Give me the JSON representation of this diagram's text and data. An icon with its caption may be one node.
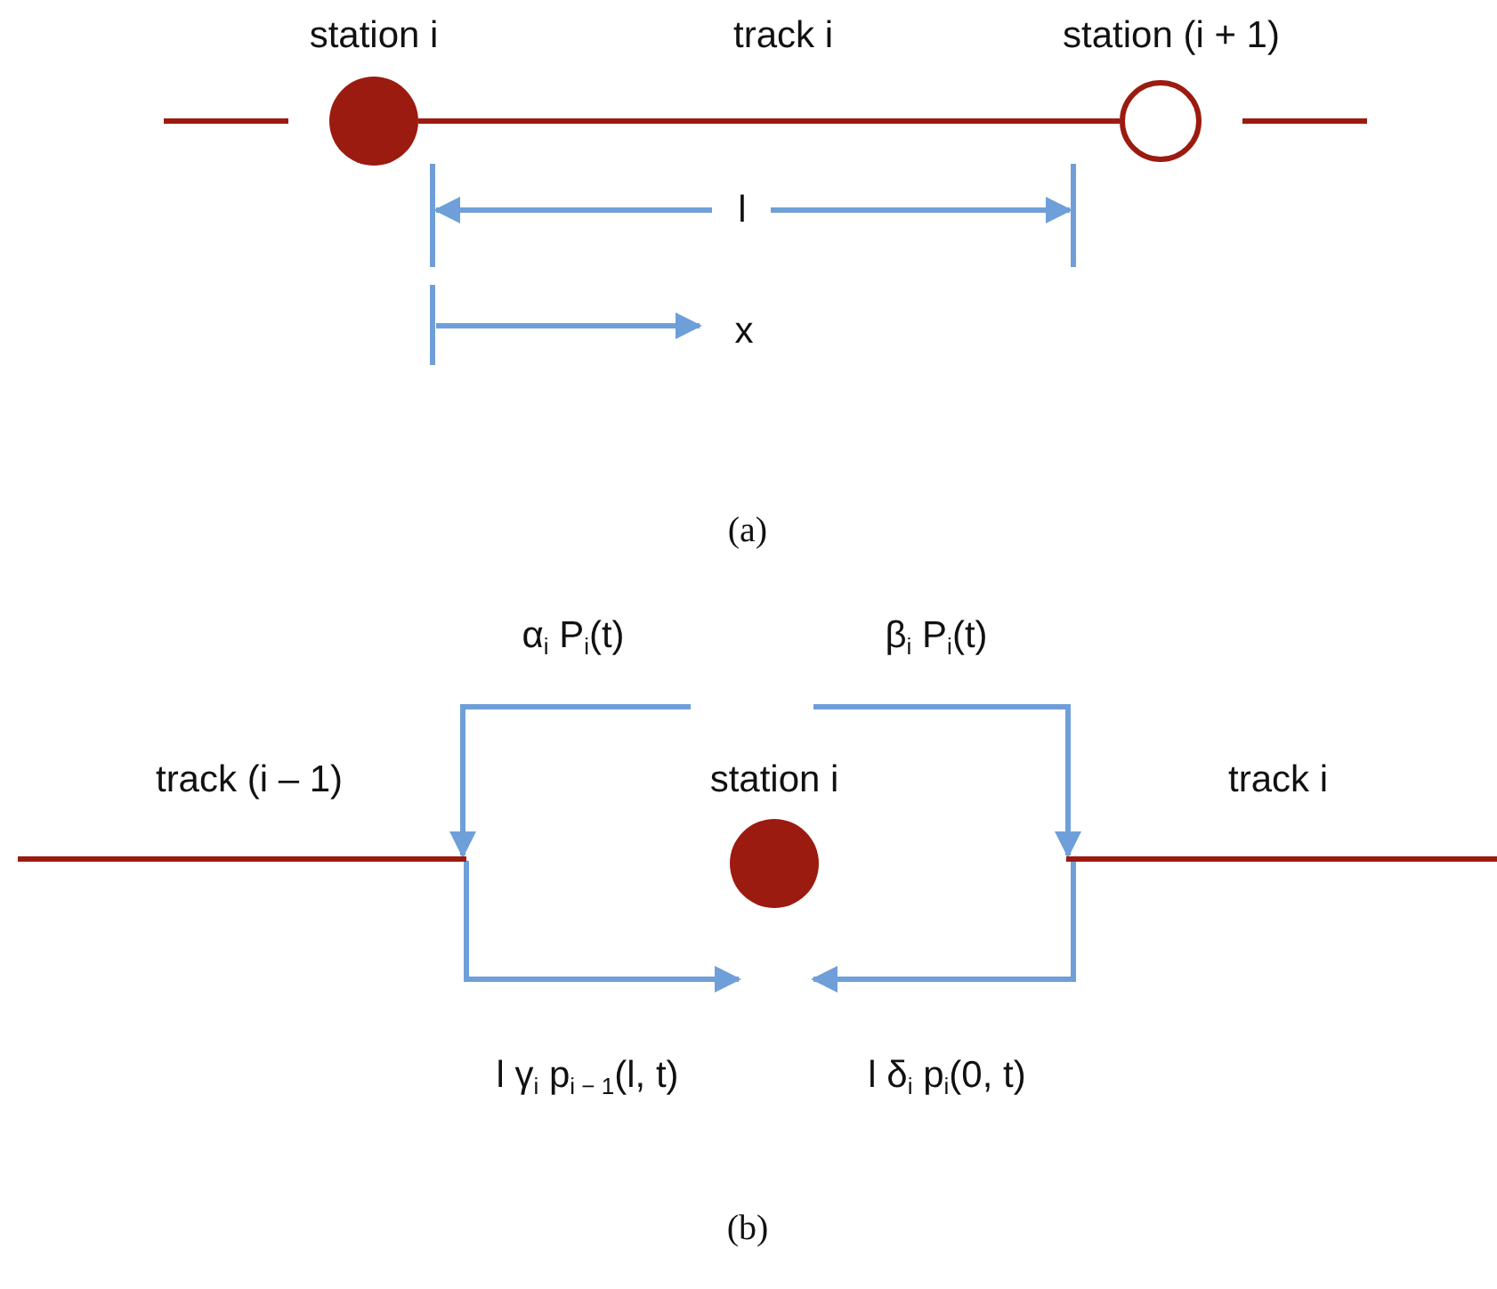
{
  "diagram": {
    "nodes": [
      {
        "text": [],
        "shape": "circle",
        "beside": [
          "station i"
        ]
      },
      {
        "text": [],
        "shape": "circle",
        "beside": [
          "station (i + 1)"
        ]
      },
      {
        "text": [],
        "shape": "bar",
        "beside": [
          "track (i – 1)"
        ]
      },
      {
        "text": [],
        "shape": "circle",
        "beside": [
          "station i"
        ]
      },
      {
        "text": [],
        "shape": "bar",
        "beside": [
          "track i"
        ]
      }
    ],
    "edges": [
      {
        "from": 0,
        "to": 1,
        "arrow": "none",
        "label": "track i",
        "color": "#9b1b10"
      },
      {
        "from": null,
        "to": 2,
        "arrow": "to",
        "label": "α$_{i}$ P$_{i}$(t)"
      },
      {
        "from": null,
        "to": 4,
        "arrow": "to",
        "label": "β$_{i}$ P$_{i}$(t)"
      },
      {
        "from": 2,
        "to": null,
        "arrow": "to",
        "label": "l γ$_{i}$ p$_{i − 1}$(l, t)"
      },
      {
        "from": 4,
        "to": null,
        "arrow": "to",
        "label": "l δ$_{i}$ p$_{i}$(0, t)"
      }
    ],
    "labels": [
      "l",
      "x",
      "(a)",
      "(b)"
    ]
  }
}
